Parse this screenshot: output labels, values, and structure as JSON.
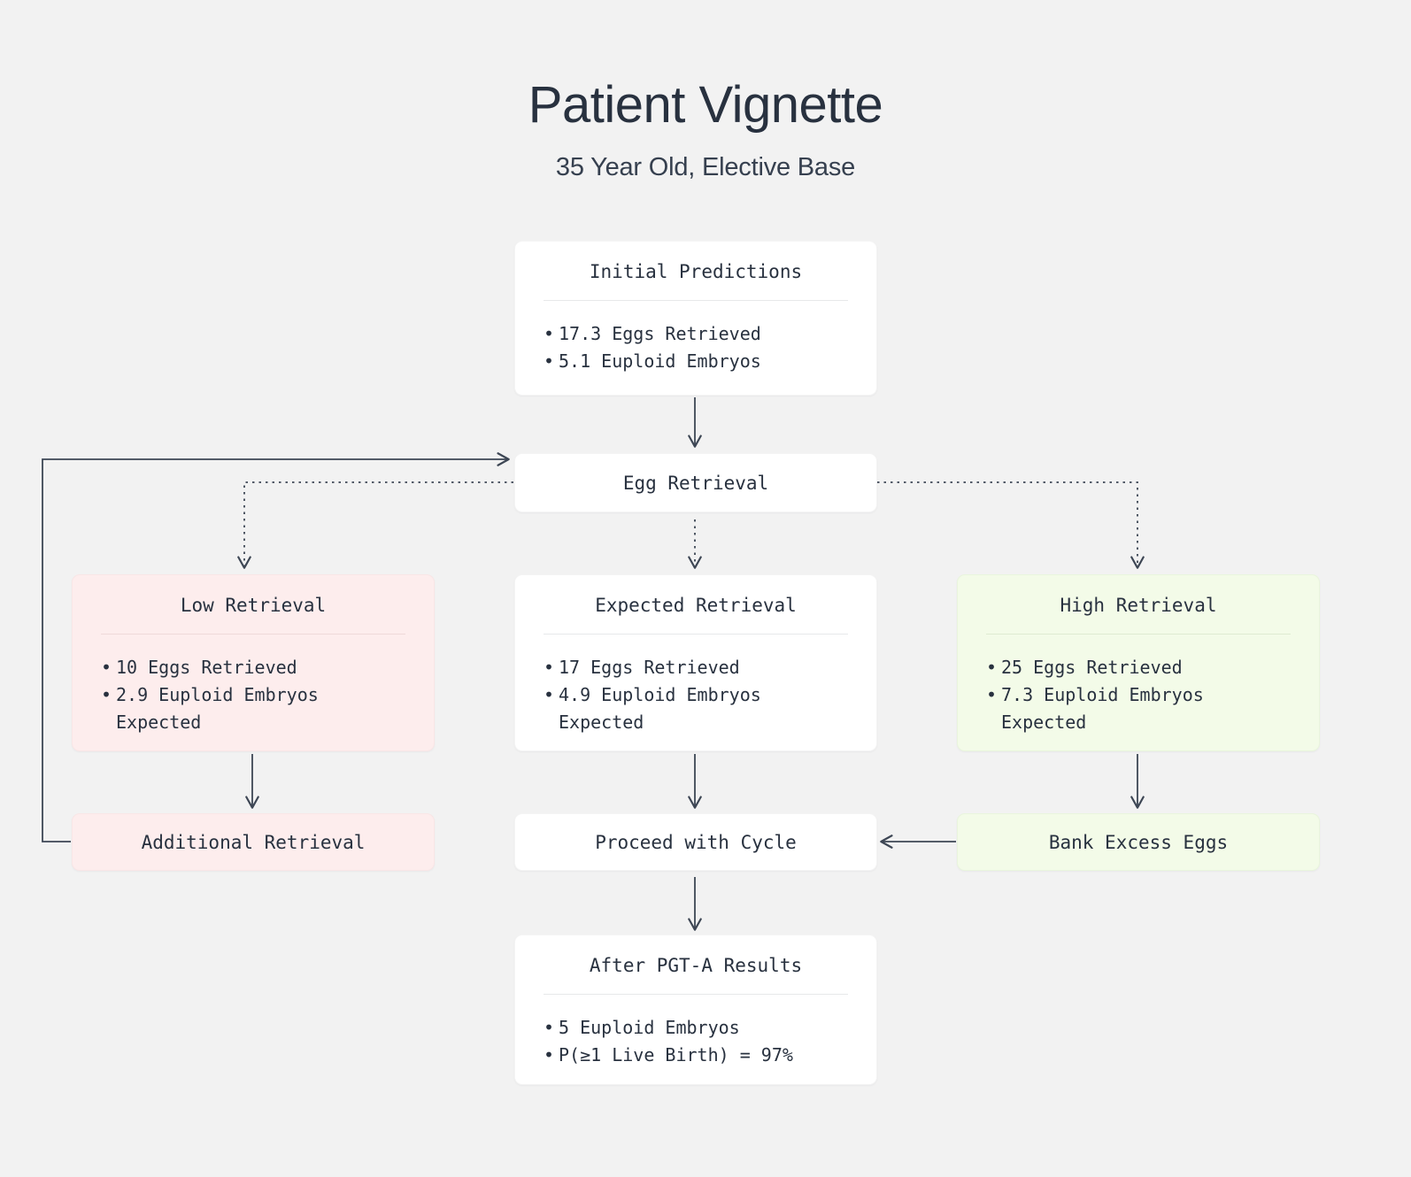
{
  "header": {
    "title": "Patient Vignette",
    "subtitle": "35 Year Old, Elective Base"
  },
  "colors": {
    "background": "#F2F2F2",
    "text": "#28313F",
    "node_default_bg": "#FFFFFF",
    "node_low_bg": "#FDEDED",
    "node_high_bg": "#F3FBE8",
    "edge": "#3D4654"
  },
  "nodes": {
    "initial_predictions": {
      "title": "Initial Predictions",
      "bullets": [
        "17.3 Eggs Retrieved",
        "5.1 Euploid Embryos"
      ]
    },
    "egg_retrieval": {
      "title": "Egg Retrieval"
    },
    "low_retrieval": {
      "title": "Low Retrieval",
      "bullets": [
        "10 Eggs Retrieved",
        "2.9 Euploid Embryos\nExpected"
      ]
    },
    "expected_retrieval": {
      "title": "Expected Retrieval",
      "bullets": [
        "17 Eggs Retrieved",
        "4.9 Euploid Embryos\nExpected"
      ]
    },
    "high_retrieval": {
      "title": "High Retrieval",
      "bullets": [
        "25 Eggs Retrieved",
        "7.3 Euploid Embryos\nExpected"
      ]
    },
    "additional_retrieval": {
      "title": "Additional Retrieval"
    },
    "proceed_with_cycle": {
      "title": "Proceed with Cycle"
    },
    "bank_excess_eggs": {
      "title": "Bank Excess Eggs"
    },
    "after_pgta_results": {
      "title": "After PGT-A Results",
      "bullets": [
        "5 Euploid Embryos",
        "P(≥1 Live Birth) = 97%"
      ]
    }
  },
  "edges": [
    {
      "from": "initial_predictions",
      "to": "egg_retrieval",
      "style": "solid"
    },
    {
      "from": "egg_retrieval",
      "to": "low_retrieval",
      "style": "dotted"
    },
    {
      "from": "egg_retrieval",
      "to": "expected_retrieval",
      "style": "dotted"
    },
    {
      "from": "egg_retrieval",
      "to": "high_retrieval",
      "style": "dotted"
    },
    {
      "from": "low_retrieval",
      "to": "additional_retrieval",
      "style": "solid"
    },
    {
      "from": "expected_retrieval",
      "to": "proceed_with_cycle",
      "style": "solid"
    },
    {
      "from": "high_retrieval",
      "to": "bank_excess_eggs",
      "style": "solid"
    },
    {
      "from": "bank_excess_eggs",
      "to": "proceed_with_cycle",
      "style": "solid"
    },
    {
      "from": "additional_retrieval",
      "to": "egg_retrieval",
      "style": "solid"
    },
    {
      "from": "proceed_with_cycle",
      "to": "after_pgta_results",
      "style": "solid"
    }
  ]
}
